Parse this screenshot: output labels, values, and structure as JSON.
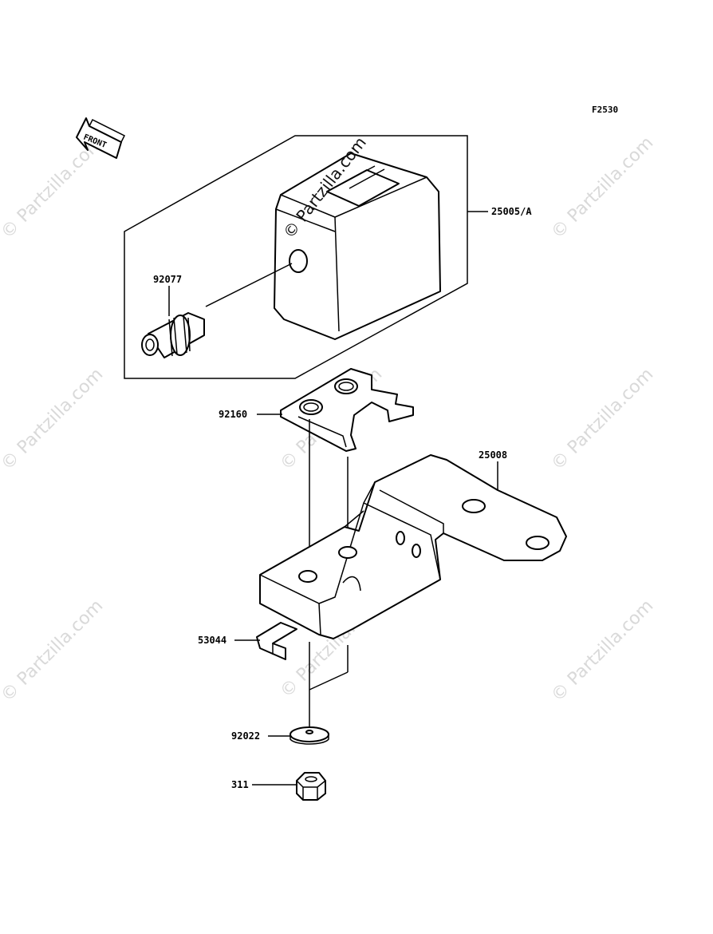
{
  "figure_code": "F2530",
  "front_label": "FRONT",
  "watermark": "© Partzilla.com",
  "parts": {
    "meter_assembly": "25005/A",
    "knob": "92077",
    "plate": "92160",
    "bracket": "25008",
    "clip": "53044",
    "washer": "92022",
    "nut": "311"
  }
}
